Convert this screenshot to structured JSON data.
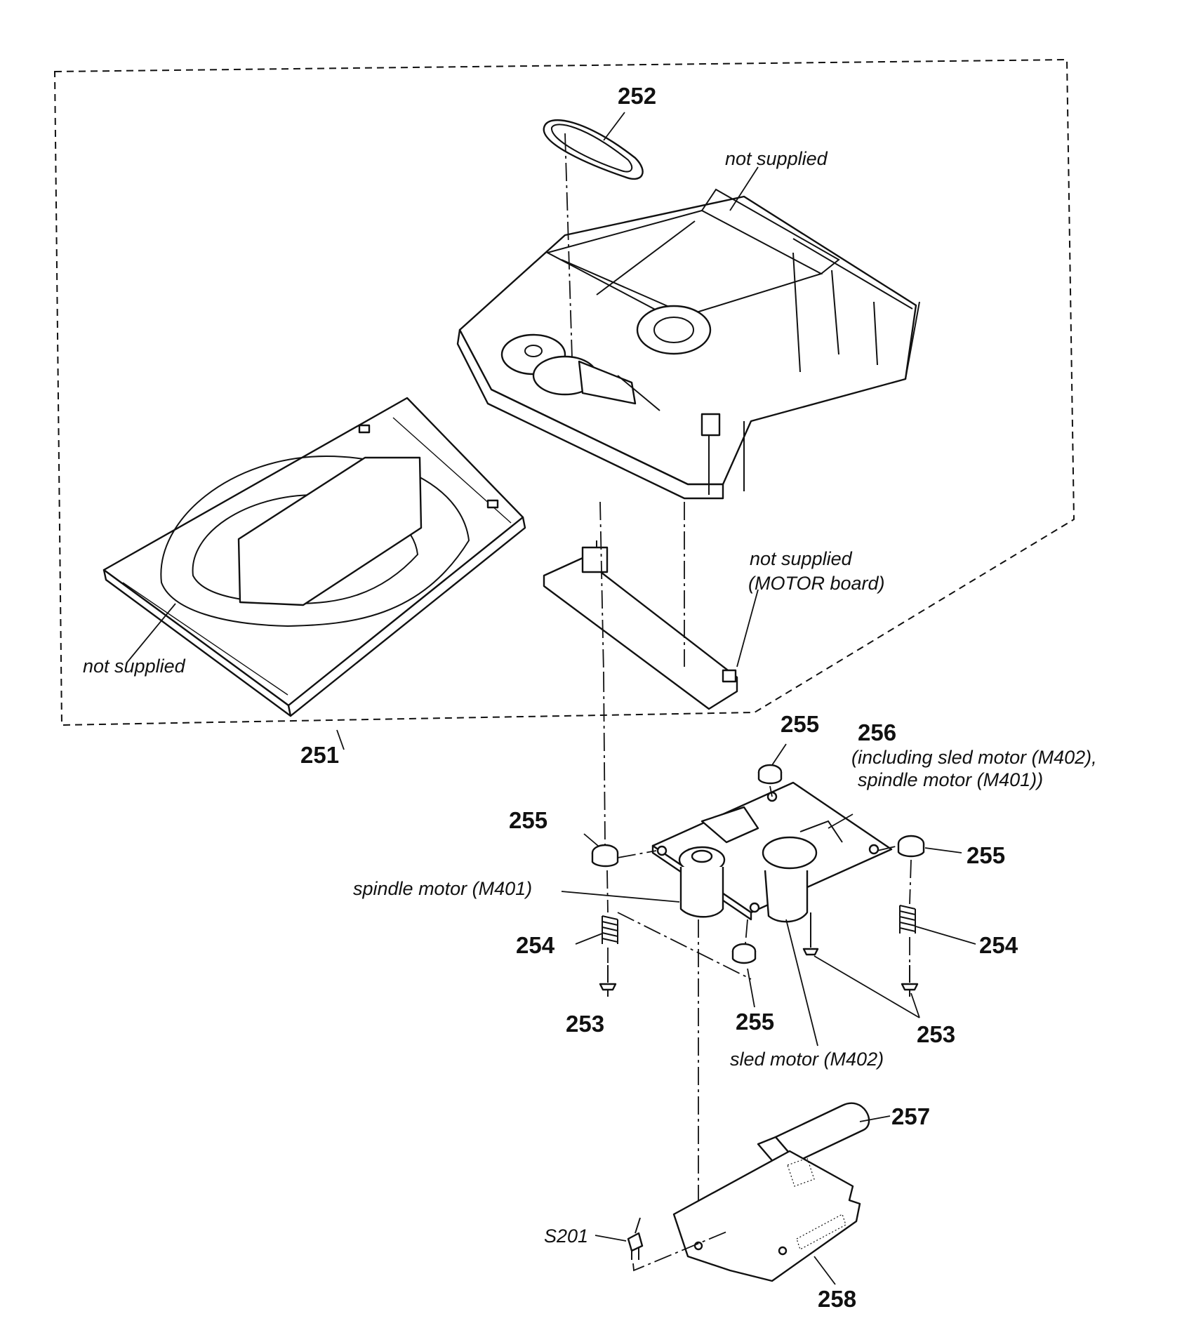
{
  "labels": {
    "p251": "251",
    "p252": "252",
    "p253_left": "253",
    "p253_right": "253",
    "p254_left": "254",
    "p254_right": "254",
    "p255_top": "255",
    "p255_left": "255",
    "p255_right": "255",
    "p255_bottom": "255",
    "p256": "256",
    "p257": "257",
    "p258": "258"
  },
  "notes": {
    "not_supplied_mechanism": "not supplied",
    "not_supplied_tray": "not supplied",
    "not_supplied_motor_board_line1": "not supplied",
    "not_supplied_motor_board_line2": "(MOTOR board)",
    "p256_desc_line1": "(including sled motor (M402),",
    "p256_desc_line2": "spindle motor (M401))",
    "spindle_motor": "spindle motor (M401)",
    "sled_motor": "sled motor (M402)",
    "switch_s201": "S201"
  }
}
